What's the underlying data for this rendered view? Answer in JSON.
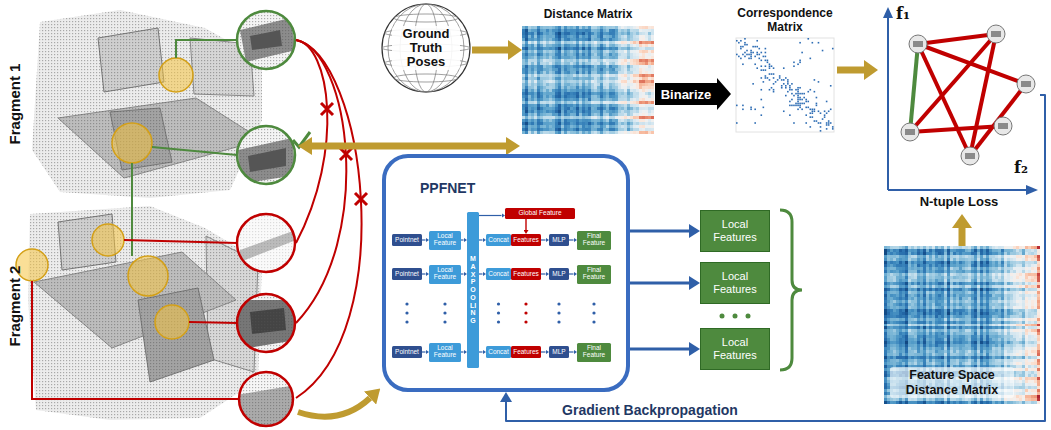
{
  "diagram": {
    "nodes": [
      {
        "text": [
          "Ground Truth Poses"
        ]
      },
      {
        "text": [
          "Distance Matrix"
        ]
      },
      {
        "text": [
          "Binarize"
        ]
      },
      {
        "text": [
          "Correspondence Matrix"
        ]
      },
      {
        "text": [
          "f₁",
          "f₂",
          "N-tuple Loss"
        ]
      },
      {
        "text": [
          "PPFNET"
        ]
      },
      {
        "text": [
          "Global Feature"
        ],
        "in": 5
      },
      {
        "text": [
          "MAX POOLING"
        ],
        "in": 5
      },
      {
        "text": [
          "Pointnet"
        ],
        "in": 5
      },
      {
        "text": [
          "Local Feature"
        ],
        "in": 5
      },
      {
        "text": [
          "Concat"
        ],
        "in": 5
      },
      {
        "text": [
          "Features"
        ],
        "in": 5
      },
      {
        "text": [
          "MLP"
        ],
        "in": 5
      },
      {
        "text": [
          "Final Feature"
        ],
        "in": 5
      },
      {
        "text": [
          "Pointnet"
        ],
        "in": 5
      },
      {
        "text": [
          "Local Feature"
        ],
        "in": 5
      },
      {
        "text": [
          "Concat"
        ],
        "in": 5
      },
      {
        "text": [
          "Features"
        ],
        "in": 5
      },
      {
        "text": [
          "MLP"
        ],
        "in": 5
      },
      {
        "text": [
          "Final Feature"
        ],
        "in": 5
      },
      {
        "text": [
          "Pointnet"
        ],
        "in": 5
      },
      {
        "text": [
          "Local Feature"
        ],
        "in": 5
      },
      {
        "text": [
          "Concat"
        ],
        "in": 5
      },
      {
        "text": [
          "Features"
        ],
        "in": 5
      },
      {
        "text": [
          "MLP"
        ],
        "in": 5
      },
      {
        "text": [
          "Final Feature"
        ],
        "in": 5
      },
      {
        "text": [
          "Local Features"
        ]
      },
      {
        "text": [
          "Local Features"
        ]
      },
      {
        "text": [
          "Local Features"
        ]
      },
      {
        "text": [
          "Feature Space Distance Matrix"
        ]
      }
    ],
    "edges": [
      {
        "from": 0,
        "to": 1,
        "arrow": "to"
      },
      {
        "from": 3,
        "to": 4,
        "arrow": "to"
      },
      {
        "from": 29,
        "to": 4,
        "arrow": "to"
      },
      {
        "from": 4,
        "to": 5,
        "label": "Gradient Backpropagation",
        "arrow": "to"
      },
      {
        "from": 5,
        "to": 26,
        "arrow": "to"
      },
      {
        "from": 5,
        "to": 27,
        "arrow": "to"
      },
      {
        "from": 5,
        "to": 28,
        "arrow": "to"
      },
      {
        "from": 7,
        "to": 6,
        "arrow": "to"
      },
      {
        "from": 6,
        "to": 11,
        "arrow": "to"
      },
      {
        "from": 8,
        "to": 9,
        "arrow": "to"
      },
      {
        "from": 9,
        "to": 7,
        "arrow": "to"
      },
      {
        "from": 7,
        "to": 10,
        "arrow": "to"
      },
      {
        "from": 11,
        "to": 12,
        "arrow": "to"
      },
      {
        "from": 12,
        "to": 13,
        "arrow": "to"
      },
      {
        "from": 14,
        "to": 15,
        "arrow": "to"
      },
      {
        "from": 15,
        "to": 7,
        "arrow": "to"
      },
      {
        "from": 7,
        "to": 16,
        "arrow": "to"
      },
      {
        "from": 17,
        "to": 18,
        "arrow": "to"
      },
      {
        "from": 18,
        "to": 19,
        "arrow": "to"
      },
      {
        "from": 20,
        "to": 21,
        "arrow": "to"
      },
      {
        "from": 21,
        "to": 7,
        "arrow": "to"
      },
      {
        "from": 7,
        "to": 22,
        "arrow": "to"
      },
      {
        "from": 23,
        "to": 24,
        "arrow": "to"
      },
      {
        "from": 24,
        "to": 25,
        "arrow": "to"
      }
    ],
    "labels": [
      "Fragment 1",
      "Fragment 2"
    ]
  }
}
